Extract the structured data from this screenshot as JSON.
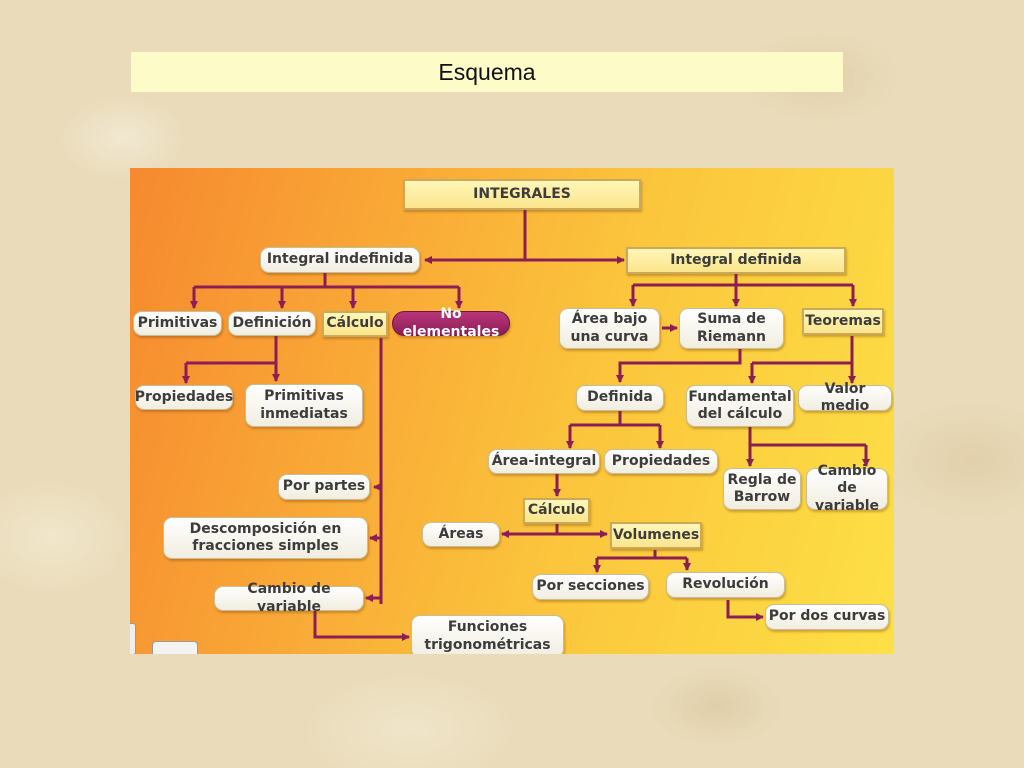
{
  "header": {
    "title": "Esquema"
  },
  "diagram": {
    "nodes": {
      "integrales": "INTEGRALES",
      "integral_indefinida": "Integral indefinida",
      "integral_definida": "Integral definida",
      "primitivas": "Primitivas",
      "definicion": "Definición",
      "calculo": "Cálculo",
      "no_elementales": "No elementales",
      "propiedades": "Propiedades",
      "primitivas_inmediatas": "Primitivas\ninmediatas",
      "por_partes": "Por partes",
      "descomposicion": "Descomposición en\nfracciones simples",
      "cambio_variable": "Cambio de variable",
      "funciones_trig": "Funciones\ntrigonométricas",
      "area_bajo_curva": "Área bajo\nuna curva",
      "suma_riemann": "Suma de\nRiemann",
      "teoremas": "Teoremas",
      "definida": "Definida",
      "fundamental": "Fundamental\ndel cálculo",
      "valor_medio": "Valor medio",
      "area_integral": "Área-integral",
      "propiedades_def": "Propiedades",
      "regla_barrow": "Regla de\nBarrow",
      "cambio_variable_def": "Cambio de\nvariable",
      "calculo_def": "Cálculo",
      "areas": "Áreas",
      "volumenes": "Volumenes",
      "por_secciones": "Por secciones",
      "revolucion": "Revolución",
      "por_dos_curvas": "Por dos curvas"
    }
  },
  "colors": {
    "connector": "#8c1d55",
    "node_fill": "#ffffff",
    "rect_node_fill": "#fbe58c",
    "highlight_node": "#9c2362",
    "panel_gradient_start": "#f6892f",
    "panel_gradient_end": "#fde046",
    "title_bar": "#fdfcc8"
  }
}
